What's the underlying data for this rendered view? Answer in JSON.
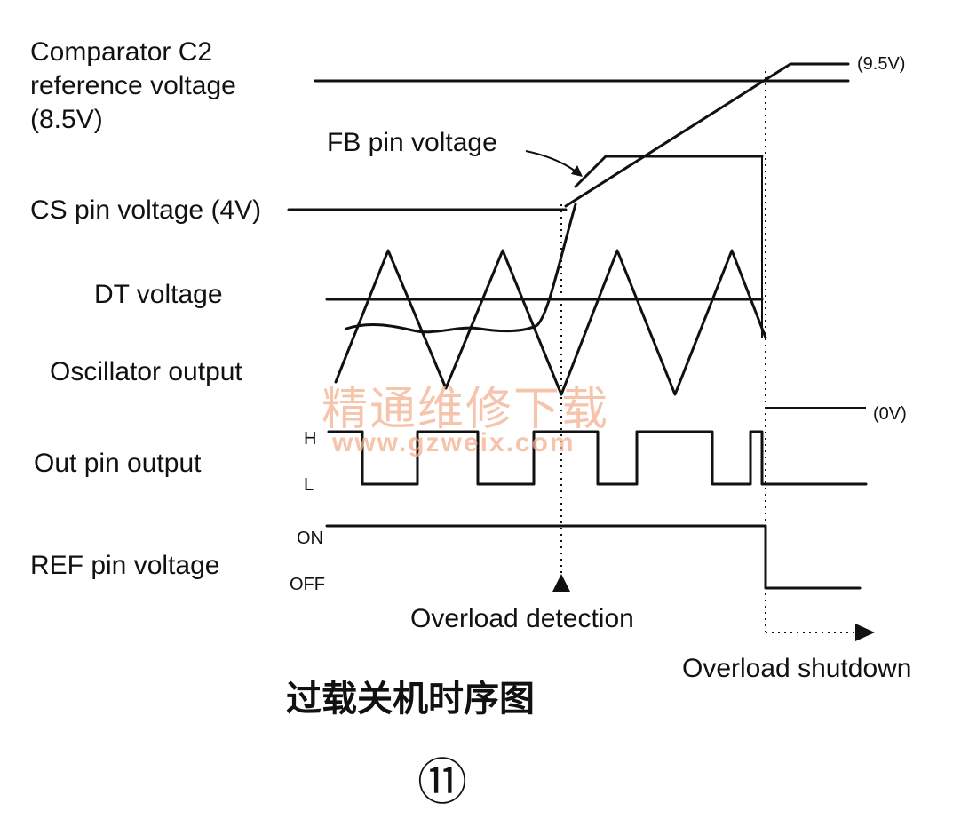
{
  "labels": {
    "comparator_line1": "Comparator C2",
    "comparator_line2": "reference voltage",
    "comparator_line3": "(8.5V)",
    "fb_pin": "FB pin voltage",
    "cs_pin": "CS pin voltage (4V)",
    "dt_voltage": "DT voltage",
    "oscillator": "Oscillator output",
    "out_pin": "Out pin output",
    "ref_pin": "REF pin voltage",
    "v_max": "(9.5V)",
    "v_zero": "(0V)",
    "level_h": "H",
    "level_l": "L",
    "level_on": "ON",
    "level_off": "OFF",
    "overload_detection": "Overload detection",
    "overload_shutdown": "Overload shutdown"
  },
  "watermark": {
    "chinese": "精通维修下载",
    "url": "www.gzweix.com",
    "color": "#f3b08f"
  },
  "caption": "过载关机时序图",
  "figure_number": "⑪"
}
